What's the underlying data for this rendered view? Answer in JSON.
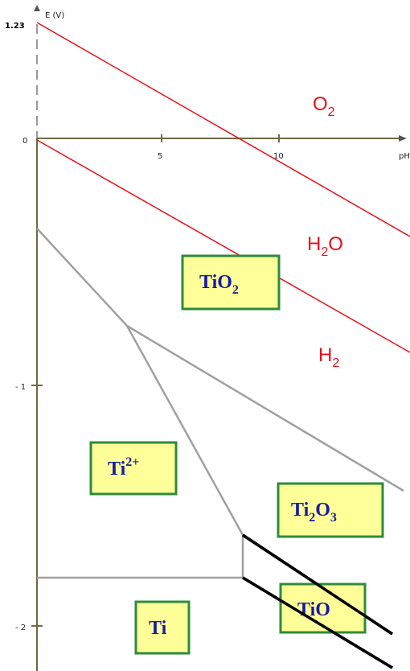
{
  "diagram": {
    "axis": {
      "y_label": "E (V)",
      "x_label": "pH",
      "y_ticks": [
        {
          "label": "1.23",
          "bold": true
        },
        {
          "label": "0",
          "bold": false
        },
        {
          "label": "- 1",
          "bold": false
        },
        {
          "label": "- 2",
          "bold": false
        }
      ],
      "x_ticks": [
        "5",
        "10"
      ]
    },
    "water_regions": {
      "o2": {
        "base": "O",
        "sub": "2",
        "tail": ""
      },
      "h2o": {
        "base": "H",
        "sub": "2",
        "tail": "O"
      },
      "h2": {
        "base": "H",
        "sub": "2",
        "tail": ""
      }
    },
    "species": {
      "tio2": {
        "base": "TiO",
        "sub": "2",
        "mid": "",
        "sub2": "",
        "sup": ""
      },
      "ti2plus": {
        "base": "Ti",
        "sub": "",
        "mid": "",
        "sub2": "",
        "sup": "2+"
      },
      "ti2o3": {
        "base": "Ti",
        "sub": "2",
        "mid": "O",
        "sub2": "3",
        "sup": ""
      },
      "tio": {
        "base": "TiO",
        "sub": "",
        "mid": "",
        "sub2": "",
        "sup": ""
      },
      "ti": {
        "base": "Ti",
        "sub": "",
        "mid": "",
        "sub2": "",
        "sup": ""
      }
    },
    "colors": {
      "water_lines": "#e8101a",
      "boundaries": "#a0a0a0",
      "tio_boundaries": "#000000",
      "axis": "#6b6b45",
      "box_fill": "#ffff99",
      "box_border": "#2e8b3a",
      "species_text": "#1a1aa0"
    }
  }
}
